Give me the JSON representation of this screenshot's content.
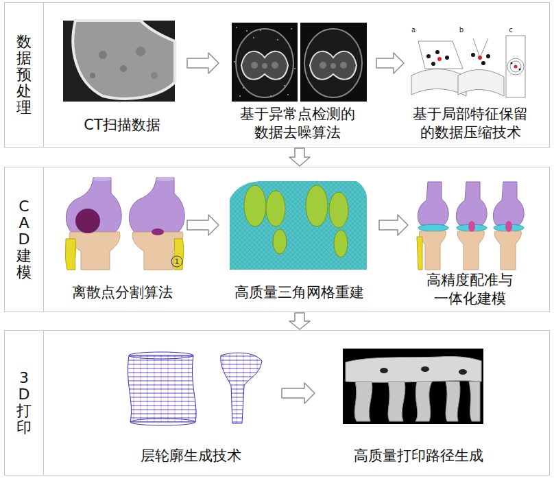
{
  "diagram": {
    "nodes": [
      {
        "text": [
          "数据预处理"
        ]
      },
      {
        "text": [
          "CT扫描数据"
        ],
        "in": 0
      },
      {
        "text": [
          "基于异常点检测的 数据去噪算法"
        ],
        "in": 0
      },
      {
        "text": [
          "基于局部特征保留 的数据压缩技术"
        ],
        "in": 0
      },
      {
        "text": [
          "CAD建模"
        ]
      },
      {
        "text": [
          "离散点分割算法"
        ],
        "in": 4
      },
      {
        "text": [
          "高质量三角网格重建"
        ],
        "in": 4
      },
      {
        "text": [
          "高精度配准与 一体化建模"
        ],
        "in": 4
      },
      {
        "text": [
          "3D打印"
        ]
      },
      {
        "text": [
          "层轮廓生成技术"
        ],
        "in": 8
      },
      {
        "text": [
          "高质量打印路径生成"
        ],
        "in": 8
      }
    ],
    "edges": [
      {
        "from": 1,
        "to": 2,
        "arrow": "to"
      },
      {
        "from": 2,
        "to": 3,
        "arrow": "to"
      },
      {
        "from": 0,
        "to": 4,
        "arrow": "to"
      },
      {
        "from": 5,
        "to": 6,
        "arrow": "to"
      },
      {
        "from": 6,
        "to": 7,
        "arrow": "to"
      },
      {
        "from": 4,
        "to": 8,
        "arrow": "to"
      },
      {
        "from": 9,
        "to": 10,
        "arrow": "to"
      }
    ],
    "labels": [
      "a",
      "b",
      "c",
      "1"
    ]
  }
}
